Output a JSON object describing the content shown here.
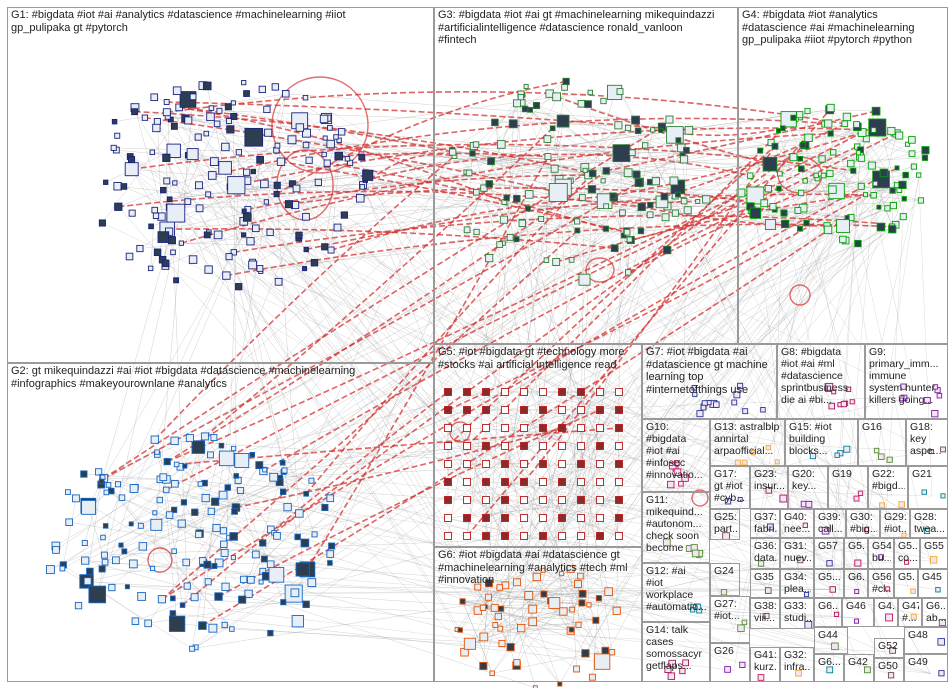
{
  "groups": [
    {
      "id": "G1",
      "lines": [
        "G1: #bigdata #iot #ai #analytics #datascience #machinelearning #iiot",
        "gp_pulipaka gt #pytorch"
      ]
    },
    {
      "id": "G2",
      "lines": [
        "G2: gt mikequindazzi #ai #iot #bigdata #datascience #machinelearning",
        "#infographics #makeyourownlane #analytics"
      ]
    },
    {
      "id": "G3",
      "lines": [
        "G3: #bigdata #iot #ai gt #machinelearning mikequindazzi",
        "#artificialintelligence #datascience ronald_vanloon",
        "#fintech"
      ]
    },
    {
      "id": "G4",
      "lines": [
        "G4: #bigdata #iot #analytics",
        "#datascience #ai #machinelearning",
        "gp_pulipaka #iiot #pytorch #python"
      ]
    },
    {
      "id": "G5",
      "lines": [
        "G5: #iot #bigdata gt #technology more",
        "#stocks #ai artificial intelligence read"
      ]
    },
    {
      "id": "G6",
      "lines": [
        "G6: #iot #bigdata #ai #datascience gt",
        "#machinelearning #analytics #tech #ml",
        "#innovation"
      ]
    },
    {
      "id": "G7",
      "lines": [
        "G7: #iot #bigdata #ai",
        "#datascience gt machine",
        "learning top",
        "#internetofthings use"
      ]
    },
    {
      "id": "G8",
      "lines": [
        "G8: #bigdata",
        "#iot #ai #ml",
        "#datascience",
        "sprintbusiness",
        "die ai #bi..."
      ]
    },
    {
      "id": "G9",
      "lines": [
        "G9: primary_imm...",
        "immune",
        "system hunter",
        "killers going..."
      ]
    },
    {
      "id": "G10",
      "lines": [
        "G10:",
        "#bigdata",
        "#iot #ai",
        "#infosec",
        "#innovatio..."
      ]
    },
    {
      "id": "G11",
      "lines": [
        "G11:",
        "mikequind...",
        "#autonom...",
        "check soon",
        "become"
      ]
    },
    {
      "id": "G12",
      "lines": [
        "G12: #ai",
        "#iot",
        "workplace",
        "#automatio..."
      ]
    },
    {
      "id": "G13",
      "lines": [
        "G13: astralblp",
        "annirtal",
        "arpaofficial..."
      ]
    },
    {
      "id": "G14",
      "lines": [
        "G14: talk",
        "cases",
        "somossacyr",
        "getflaps..."
      ]
    },
    {
      "id": "G15",
      "lines": [
        "G15: #iot",
        "building",
        "blocks..."
      ]
    },
    {
      "id": "G16",
      "lines": [
        "G16"
      ]
    },
    {
      "id": "G17",
      "lines": [
        "G17:",
        "gt #iot",
        "#cyb..."
      ]
    },
    {
      "id": "G18",
      "lines": [
        "G18:",
        "key",
        "aspe..."
      ]
    },
    {
      "id": "G19",
      "lines": [
        "G19"
      ]
    },
    {
      "id": "G20",
      "lines": [
        "G20:",
        "key..."
      ]
    },
    {
      "id": "G21",
      "lines": [
        "G21"
      ]
    },
    {
      "id": "G22",
      "lines": [
        "G22:",
        "#bigd..."
      ]
    },
    {
      "id": "G23",
      "lines": [
        "G23:",
        "insur..."
      ]
    },
    {
      "id": "G24",
      "lines": [
        "G24"
      ]
    },
    {
      "id": "G25",
      "lines": [
        "G25:",
        "part..."
      ]
    },
    {
      "id": "G26",
      "lines": [
        "G26"
      ]
    },
    {
      "id": "G27",
      "lines": [
        "G27:",
        "#iot..."
      ]
    },
    {
      "id": "G28",
      "lines": [
        "G28:",
        "twea..."
      ]
    },
    {
      "id": "G29",
      "lines": [
        "G29:",
        "#iot..."
      ]
    },
    {
      "id": "G30",
      "lines": [
        "G30:",
        "#big..."
      ]
    },
    {
      "id": "G31",
      "lines": [
        "G31:",
        "nuev..."
      ]
    },
    {
      "id": "G32",
      "lines": [
        "G32:",
        "infra..."
      ]
    },
    {
      "id": "G33",
      "lines": [
        "G33:",
        "studi..."
      ]
    },
    {
      "id": "G34",
      "lines": [
        "G34:",
        "plea..."
      ]
    },
    {
      "id": "G35",
      "lines": [
        "G35"
      ]
    },
    {
      "id": "G36",
      "lines": [
        "G36:",
        "data..."
      ]
    },
    {
      "id": "G37",
      "lines": [
        "G37:",
        "fabri..."
      ]
    },
    {
      "id": "G38",
      "lines": [
        "G38:",
        "viii..."
      ]
    },
    {
      "id": "G39",
      "lines": [
        "G39:",
        "call..."
      ]
    },
    {
      "id": "G40",
      "lines": [
        "G40:",
        "nee..."
      ]
    },
    {
      "id": "G41",
      "lines": [
        "G41:",
        "kurz..."
      ]
    },
    {
      "id": "G42",
      "lines": [
        "G42"
      ]
    },
    {
      "id": "G43",
      "lines": [
        "G4..."
      ]
    },
    {
      "id": "G44",
      "lines": [
        "G44"
      ]
    },
    {
      "id": "G45",
      "lines": [
        "G45"
      ]
    },
    {
      "id": "G46",
      "lines": [
        "G46"
      ]
    },
    {
      "id": "G47",
      "lines": [
        "G47",
        "#..."
      ]
    },
    {
      "id": "G48",
      "lines": [
        "G48"
      ]
    },
    {
      "id": "G49",
      "lines": [
        "G49"
      ]
    },
    {
      "id": "G50",
      "lines": [
        "G50"
      ]
    },
    {
      "id": "G51",
      "lines": [
        "G5..."
      ]
    },
    {
      "id": "G52",
      "lines": [
        "G52"
      ]
    },
    {
      "id": "G53",
      "lines": [
        "G5..."
      ]
    },
    {
      "id": "G54",
      "lines": [
        "G54",
        "bu..."
      ]
    },
    {
      "id": "G55",
      "lines": [
        "G55"
      ]
    },
    {
      "id": "G56",
      "lines": [
        "G56",
        "#cl..."
      ]
    },
    {
      "id": "G57",
      "lines": [
        "G57"
      ]
    },
    {
      "id": "G58",
      "lines": [
        "G5...",
        "co..."
      ]
    },
    {
      "id": "G59",
      "lines": [
        "G5..."
      ]
    },
    {
      "id": "G60",
      "lines": [
        "G6..."
      ]
    },
    {
      "id": "G61",
      "lines": [
        "G6..."
      ]
    },
    {
      "id": "G62",
      "lines": [
        "G6..."
      ]
    },
    {
      "id": "G63",
      "lines": [
        "G6...",
        "ab..."
      ]
    }
  ],
  "colors": {
    "G1": "#1a237e",
    "G2": "#1565c0",
    "G3": "#2e7d32",
    "G4": "#00a000",
    "G5": "#b71c1c",
    "G6": "#e65100",
    "edge": "#999999",
    "cross_edge": "#d32f2f",
    "border": "#9a9a9a"
  }
}
